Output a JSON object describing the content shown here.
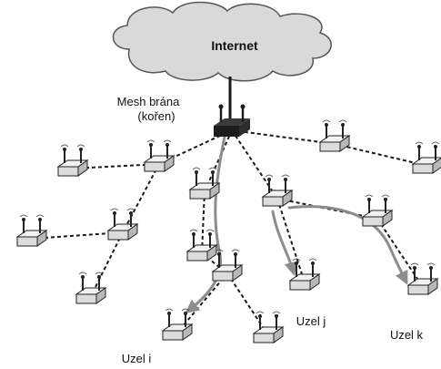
{
  "labels": {
    "cloud": "Internet",
    "gateway_line1": "Mesh brána",
    "gateway_line2": "(kořen)",
    "node_i": "Uzel i",
    "node_j": "Uzel j",
    "node_k": "Uzel k"
  },
  "colors": {
    "cloud_fill": "#d9d9d9",
    "cloud_stroke": "#555555",
    "link": "#1a1a1a",
    "route_arrow": "#8c8c8c",
    "router_body": "#dcdcdc",
    "gateway_body": "#1c1c1c"
  },
  "icons": [
    "cloud-icon",
    "mesh-router-icon",
    "gateway-router-icon"
  ]
}
